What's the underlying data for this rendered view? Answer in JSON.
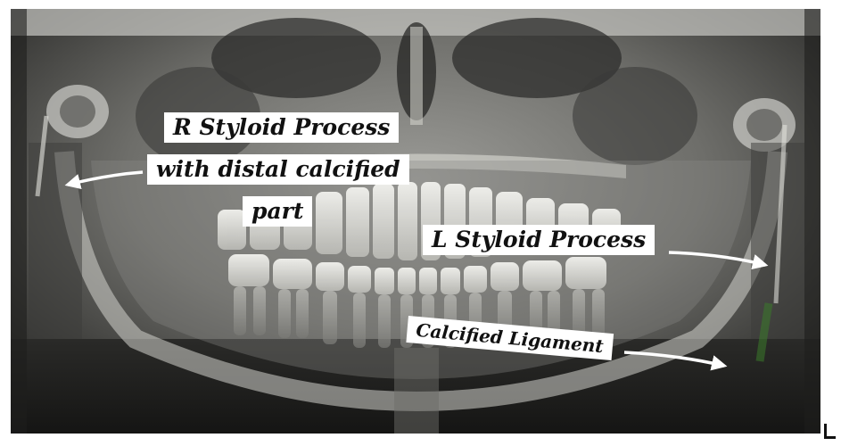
{
  "labels": {
    "r_styloid_line1": "R Styloid Process",
    "r_styloid_line2": "with distal calcified",
    "r_styloid_line3": "part",
    "l_styloid": "L Styloid Process",
    "calcified_ligament": "Calcified Ligament"
  },
  "colors": {
    "label_background": "#ffffff",
    "label_text": "#111111",
    "arrow": "#ffffff",
    "ligament_highlight": "#3a7a2a"
  }
}
